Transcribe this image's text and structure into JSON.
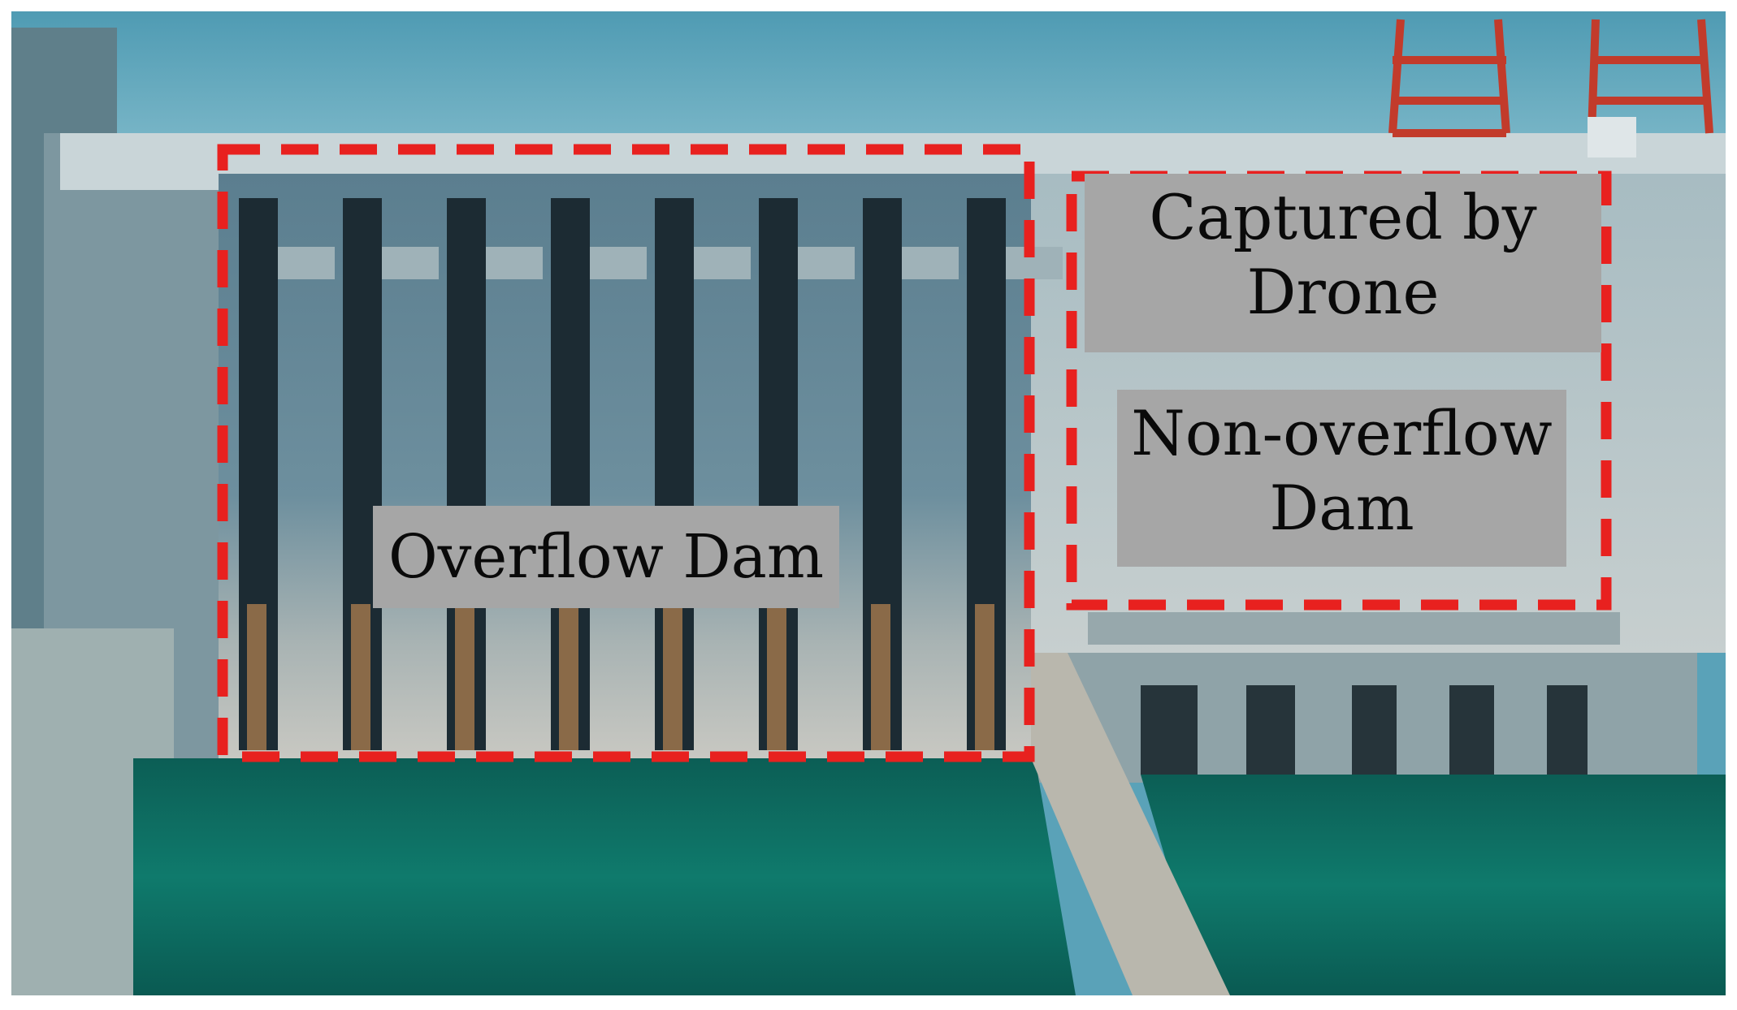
{
  "labels": {
    "overflow_dam": "Overflow Dam",
    "captured_by_drone": [
      "Captured by",
      "Drone"
    ],
    "non_overflow_dam": [
      "Non-overflow",
      "Dam"
    ]
  },
  "colors": {
    "region_outline": "#e8211f",
    "label_box": "#a6a6a6",
    "label_text": "#0a0a0a",
    "sky": "#5aa2b8",
    "water": "#0d6f63"
  }
}
